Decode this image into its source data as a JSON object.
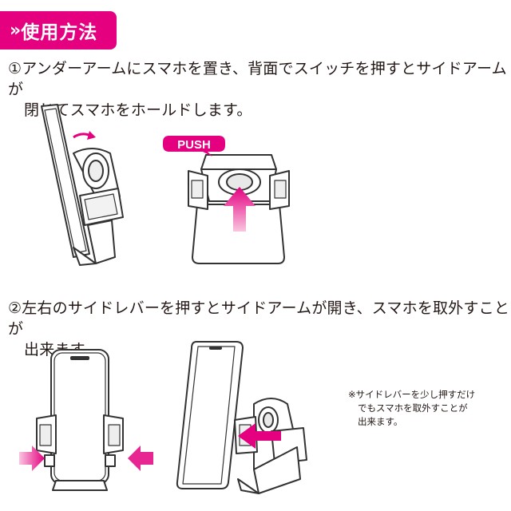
{
  "header": {
    "chevron": "»",
    "title": "使用方法",
    "accent": "#e4007f"
  },
  "step1": {
    "line1": "①アンダーアームにスマホを置き、背面でスイッチを押すとサイドアームが",
    "line2": "閉じてスマホをホールドします。"
  },
  "figure1": {
    "push_label": "PUSH"
  },
  "step2": {
    "line1": "②左右のサイドレバーを押すとサイドアームが開き、スマホを取外すことが",
    "line2": "出来ます。"
  },
  "note": {
    "line1": "※サイドレバーを少し押すだけ",
    "line2": "でもスマホを取外すことが",
    "line3": "出来ます。"
  },
  "colors": {
    "accent": "#e4007f",
    "line": "#3a3a3a",
    "gray": "#cfcfcf"
  }
}
